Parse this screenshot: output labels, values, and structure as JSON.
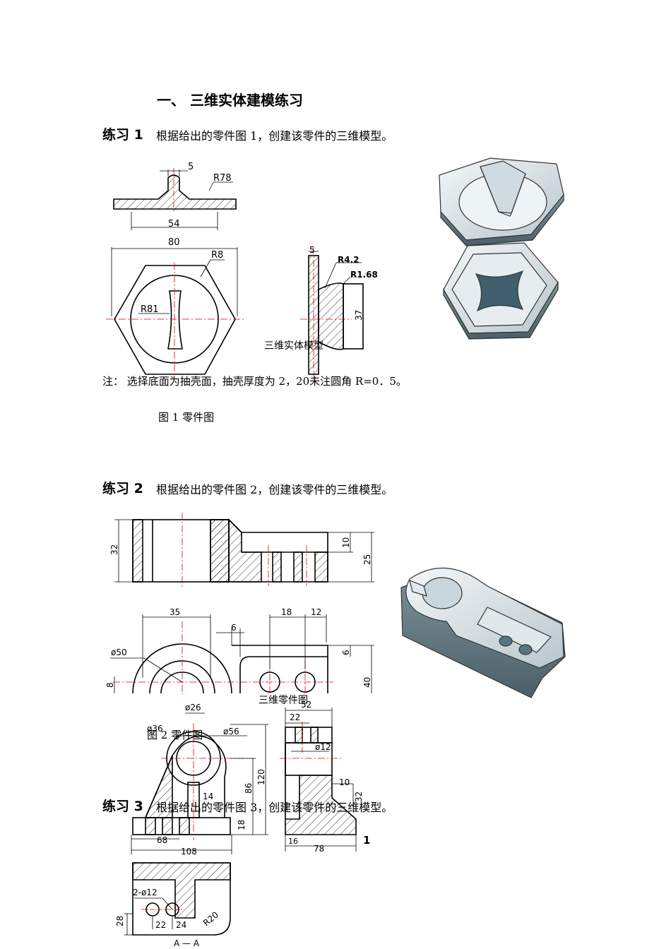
{
  "section": {
    "title": "一、 三维实体建模练习"
  },
  "ex1": {
    "label": "练习 1",
    "text": "根据给出的零件图 1，创建该零件的三维模型。",
    "model_caption": "三维实体模型",
    "note": "注：  选择底面为抽壳面，抽壳厚度为 2，20未注圆角 R=0．5。",
    "figure_caption": "图 1  零件图",
    "dims": {
      "d5": "5",
      "r78": "R78",
      "d54": "54",
      "d80": "80",
      "r8": "R8",
      "r81": "R81",
      "d5b": "5",
      "r42": "R4.2",
      "r168": "R1.68",
      "d37": "37"
    }
  },
  "ex2": {
    "label": "练习 2",
    "text": "根据给出的零件图 2，创建该零件的三维模型。",
    "model_caption": "三维零件图",
    "figure_caption": "图 2 零件图",
    "dims": {
      "d32": "32",
      "d10": "10",
      "d25": "25",
      "d35": "35",
      "d6": "6",
      "d18": "18",
      "d12": "12",
      "d6b": "6",
      "phi50": "ø50",
      "d8": "8",
      "d40": "40"
    }
  },
  "ex3": {
    "label": "练习 3",
    "text": "根据给出的零件图 3，创建该零件的三维模型。",
    "page_number": "1",
    "dims": {
      "phi26": "ø26",
      "phi36": "ø36",
      "phi56": "ø56",
      "d14": "14",
      "d86": "86",
      "d120": "120",
      "d18": "18",
      "d68": "68",
      "d108": "108",
      "d52": "52",
      "d22": "22",
      "phi12": "ø12",
      "d10": "10",
      "d32": "32",
      "d16": "16",
      "d78": "78",
      "hole": "2-ø12",
      "d28": "28",
      "d22b": "22",
      "d24": "24",
      "r20": "R20",
      "section": "A — A"
    }
  }
}
